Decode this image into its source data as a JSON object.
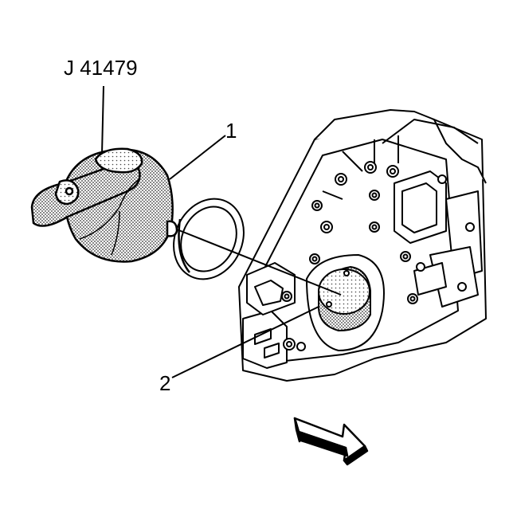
{
  "figure": {
    "tool_label": "J 41479",
    "callout_1": "1",
    "callout_2": "2"
  },
  "icons": {
    "direction_arrow": "front-direction-arrow-icon"
  },
  "colors": {
    "line": "#000000",
    "background": "#ffffff",
    "hatch": "#555555"
  }
}
